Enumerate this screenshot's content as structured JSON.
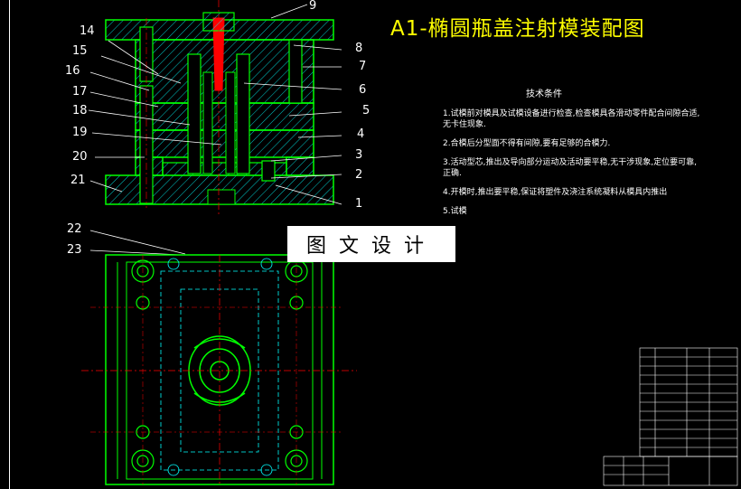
{
  "title": "A1-椭圆瓶盖注射模装配图",
  "tech_title": "技术条件",
  "notes": [
    "1.试模前对模具及试模设备进行检查,检查模具各滑动零件配合间隙合适,无卡住现象.",
    "2.合模后分型面不得有间隙,要有足够的合模力.",
    "3.活动型芯,推出及导向部分运动及活动要平稳,无干涉现象,定位要可靠,正确.",
    "4.开模时,推出要平稳,保证将塑件及浇注系统凝料从模具内推出",
    "5.试模"
  ],
  "overlay_text": "图文设计",
  "callouts": {
    "c1": "1",
    "c2": "2",
    "c3": "3",
    "c4": "4",
    "c5": "5",
    "c6": "6",
    "c7": "7",
    "c8": "8",
    "c9": "9",
    "c14": "14",
    "c15": "15",
    "c16": "16",
    "c17": "17",
    "c18": "18",
    "c19": "19",
    "c20": "20",
    "c21": "21",
    "c22": "22",
    "c23": "23"
  },
  "colors": {
    "background": "#000000",
    "outline": "#00ff00",
    "hatch": "#00ffff",
    "center": "#ff0000",
    "text": "#ffffff",
    "title": "#ffff00",
    "hidden": "#00ffff"
  }
}
